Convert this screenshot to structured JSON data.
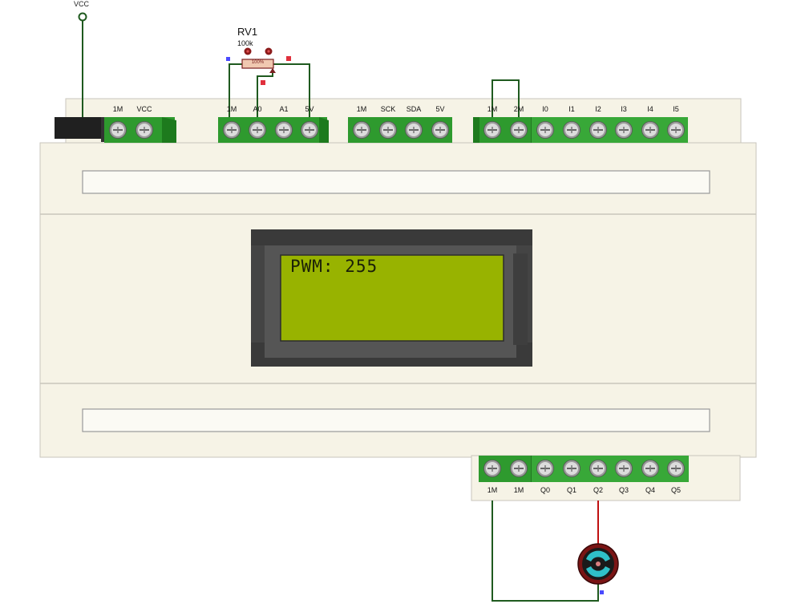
{
  "labels": {
    "vcc": "VCC",
    "pot_name": "RV1",
    "pot_value": "100k",
    "pot_percent": "100%"
  },
  "lcd": {
    "text": "PWM: 255"
  },
  "top_terminals": [
    {
      "label": "1M"
    },
    {
      "label": "VCC"
    },
    {
      "label": "1M"
    },
    {
      "label": "A0"
    },
    {
      "label": "A1"
    },
    {
      "label": "5V"
    },
    {
      "label": "1M"
    },
    {
      "label": "SCK"
    },
    {
      "label": "SDA"
    },
    {
      "label": "5V"
    },
    {
      "label": "1M"
    },
    {
      "label": "2M"
    },
    {
      "label": "I0"
    },
    {
      "label": "I1"
    },
    {
      "label": "I2"
    },
    {
      "label": "I3"
    },
    {
      "label": "I4"
    },
    {
      "label": "I5"
    }
  ],
  "bottom_terminals": [
    {
      "label": "1M"
    },
    {
      "label": "1M"
    },
    {
      "label": "Q0"
    },
    {
      "label": "Q1"
    },
    {
      "label": "Q2"
    },
    {
      "label": "Q3"
    },
    {
      "label": "Q4"
    },
    {
      "label": "Q5"
    }
  ],
  "colors": {
    "housing": "#f6f3e6",
    "terminal_green": "#2e9a2e",
    "lcd_screen": "#98b300",
    "lcd_bezel": "#4a4a4a",
    "wire": "#1f5a1f",
    "motor_wire": "#c01010"
  }
}
